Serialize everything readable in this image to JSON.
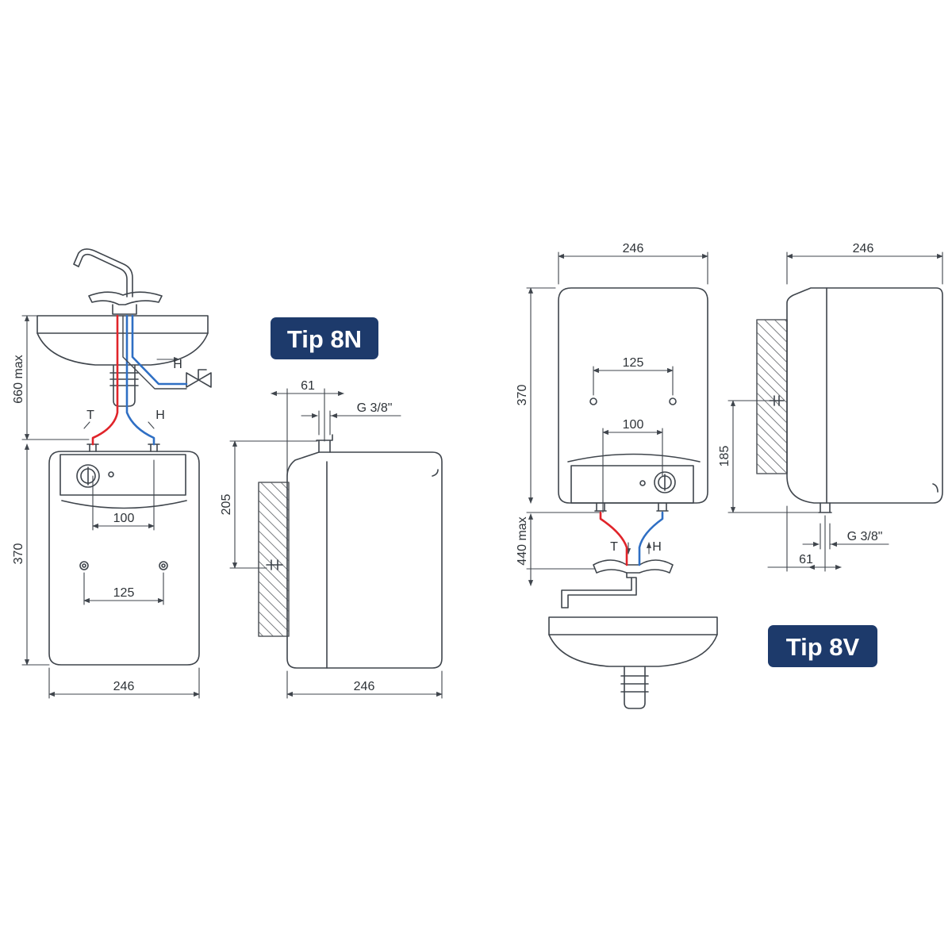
{
  "colors": {
    "line": "#3f454c",
    "badge": "#1d3a6b",
    "hot_pipe": "#e0242a",
    "cold_pipe": "#2f6fc4",
    "hatch": "#55595e"
  },
  "tip_8n": {
    "badge": "Tip 8N",
    "front": {
      "height_max": "660 max",
      "height": "370",
      "width": "246",
      "connection_spacing": "100",
      "mount_spacing": "125",
      "label_t": "T",
      "label_h": "H",
      "label_h_valve": "H"
    },
    "side": {
      "offset": "61",
      "thread": "G 3/8\"",
      "mount_height": "205",
      "width": "246"
    }
  },
  "tip_8v": {
    "badge": "Tip 8V",
    "front": {
      "width": "246",
      "height": "370",
      "mount_spacing": "125",
      "connection_spacing": "100",
      "height_max": "440 max",
      "label_t": "T",
      "label_h": "H"
    },
    "side": {
      "width": "246",
      "mount_height": "185",
      "thread": "G 3/8\"",
      "offset": "61"
    }
  }
}
